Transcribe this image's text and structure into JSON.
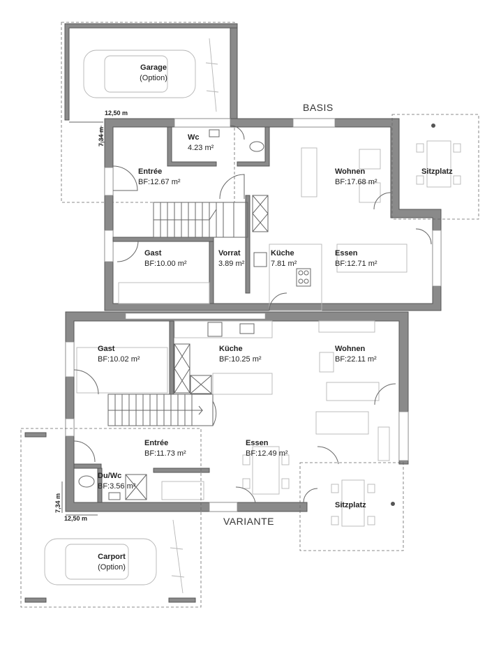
{
  "captions": {
    "basis": "BASIS",
    "variante": "VARIANTE"
  },
  "basis": {
    "garage": {
      "name": "Garage",
      "note": "(Option)"
    },
    "dim_width": "12,50 m",
    "dim_depth": "7,34 m",
    "rooms": {
      "wc": {
        "name": "Wc",
        "area": "4.23 m²"
      },
      "entree": {
        "name": "Entrée",
        "area": "BF:12.67 m²"
      },
      "wohnen": {
        "name": "Wohnen",
        "area": "BF:17.68 m²"
      },
      "sitzplatz": {
        "name": "Sitzplatz"
      },
      "gast": {
        "name": "Gast",
        "area": "BF:10.00 m²"
      },
      "vorrat": {
        "name": "Vorrat",
        "area": "3.89 m²"
      },
      "kueche": {
        "name": "Küche",
        "area": "7.81 m²"
      },
      "essen": {
        "name": "Essen",
        "area": "BF:12.71 m²"
      }
    }
  },
  "variante": {
    "carport": {
      "name": "Carport",
      "note": "(Option)"
    },
    "dim_width": "12,50 m",
    "dim_depth": "7,34 m",
    "rooms": {
      "gast": {
        "name": "Gast",
        "area": "BF:10.02 m²"
      },
      "kueche": {
        "name": "Küche",
        "area": "BF:10.25 m²"
      },
      "wohnen": {
        "name": "Wohnen",
        "area": "BF:22.11 m²"
      },
      "entree": {
        "name": "Entrée",
        "area": "BF:11.73 m²"
      },
      "essen": {
        "name": "Essen",
        "area": "BF:12.49 m²"
      },
      "duwc": {
        "name": "Du/Wc",
        "area": "BF:3.56 m²"
      },
      "sitzplatz": {
        "name": "Sitzplatz"
      }
    }
  }
}
